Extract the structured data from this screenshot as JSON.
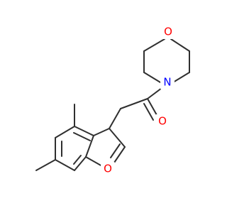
{
  "molecule": {
    "atoms": {
      "morpholine_oxygen": {
        "label": "O",
        "color": "#ff0000"
      },
      "morpholine_nitrogen": {
        "label": "N",
        "color": "#0000ff"
      },
      "carbonyl_oxygen": {
        "label": "O",
        "color": "#ff0000"
      },
      "furan_oxygen": {
        "label": "O",
        "color": "#ff0000"
      }
    },
    "bond_color": "#2f2f2f"
  }
}
